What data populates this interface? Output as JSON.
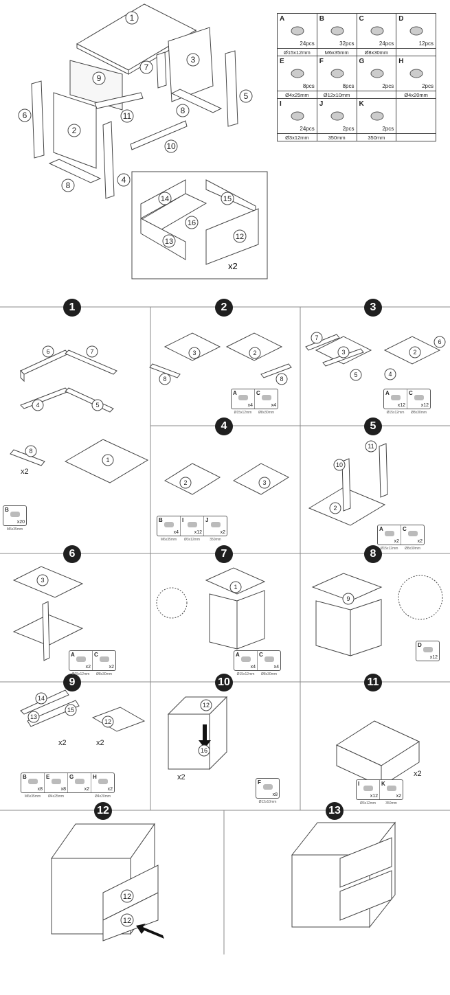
{
  "overview": {
    "labels": [
      "1",
      "2",
      "3",
      "4",
      "5",
      "6",
      "7",
      "8",
      "8",
      "9",
      "10",
      "11"
    ],
    "drawer_labels": [
      "12",
      "13",
      "14",
      "15",
      "16"
    ],
    "drawer_qty": "x2"
  },
  "parts_table": [
    {
      "letter": "A",
      "qty": "24pcs",
      "size": "Ø15x12mm",
      "icon": "cam-lock-icon"
    },
    {
      "letter": "B",
      "qty": "32pcs",
      "size": "M6x35mm",
      "icon": "cam-bolt-icon"
    },
    {
      "letter": "C",
      "qty": "24pcs",
      "size": "Ø8x30mm",
      "icon": "wood-dowel-icon"
    },
    {
      "letter": "D",
      "qty": "12pcs",
      "size": "",
      "icon": "small-nail-icon"
    },
    {
      "letter": "E",
      "qty": "8pcs",
      "size": "Ø4x25mm",
      "icon": "screw-icon"
    },
    {
      "letter": "F",
      "qty": "8pcs",
      "size": "Ø12x10mm",
      "icon": "insert-nut-icon"
    },
    {
      "letter": "G",
      "qty": "2pcs",
      "size": "",
      "icon": "knob-icon"
    },
    {
      "letter": "H",
      "qty": "2pcs",
      "size": "Ø4x20mm",
      "icon": "bolt-icon"
    },
    {
      "letter": "I",
      "qty": "24pcs",
      "size": "Ø3x12mm",
      "icon": "short-screw-icon"
    },
    {
      "letter": "J",
      "qty": "2pcs",
      "size": "350mm",
      "icon": "drawer-slide-icon"
    },
    {
      "letter": "K",
      "qty": "2pcs",
      "size": "350mm",
      "icon": "drawer-slide-icon"
    },
    {
      "letter": "",
      "qty": "",
      "size": "",
      "icon": ""
    }
  ],
  "steps": {
    "s1": {
      "num": "1",
      "labels": [
        "6",
        "7",
        "4",
        "5",
        "8",
        "1"
      ],
      "x2": "x2",
      "hw": [
        {
          "l": "B",
          "q": "x20",
          "s": "M6x35mm"
        }
      ]
    },
    "s2": {
      "num": "2",
      "labels": [
        "3",
        "2",
        "8",
        "8"
      ],
      "hw": [
        {
          "l": "A",
          "q": "x4",
          "s": "Ø15x12mm"
        },
        {
          "l": "C",
          "q": "x4",
          "s": "Ø8x30mm"
        }
      ]
    },
    "s3": {
      "num": "3",
      "labels": [
        "7",
        "3",
        "5",
        "2",
        "4",
        "6"
      ],
      "hw": [
        {
          "l": "A",
          "q": "x12",
          "s": "Ø15x12mm"
        },
        {
          "l": "C",
          "q": "x12",
          "s": "Ø8x30mm"
        }
      ]
    },
    "s4": {
      "num": "4",
      "labels": [
        "2",
        "3"
      ],
      "hw": [
        {
          "l": "B",
          "q": "x4",
          "s": "M6x35mm"
        },
        {
          "l": "I",
          "q": "x12",
          "s": "Ø3x12mm"
        },
        {
          "l": "J",
          "q": "x2",
          "s": "350mm"
        }
      ]
    },
    "s5": {
      "num": "5",
      "labels": [
        "10",
        "11",
        "2"
      ],
      "hw": [
        {
          "l": "A",
          "q": "x2",
          "s": "Ø15x12mm"
        },
        {
          "l": "C",
          "q": "x2",
          "s": "Ø8x30mm"
        }
      ]
    },
    "s6": {
      "num": "6",
      "labels": [
        "3"
      ],
      "hw": [
        {
          "l": "A",
          "q": "x2",
          "s": "Ø15x12mm"
        },
        {
          "l": "C",
          "q": "x2",
          "s": "Ø8x30mm"
        }
      ]
    },
    "s7": {
      "num": "7",
      "labels": [
        "1"
      ],
      "hw": [
        {
          "l": "A",
          "q": "x4",
          "s": "Ø15x12mm"
        },
        {
          "l": "C",
          "q": "x4",
          "s": "Ø8x30mm"
        }
      ]
    },
    "s8": {
      "num": "8",
      "labels": [
        "9"
      ],
      "hw": [
        {
          "l": "D",
          "q": "x12",
          "s": ""
        }
      ]
    },
    "s9": {
      "num": "9",
      "labels": [
        "14",
        "15",
        "13",
        "12"
      ],
      "x2a": "x2",
      "x2b": "x2",
      "hw": [
        {
          "l": "B",
          "q": "x8",
          "s": "M6x35mm"
        },
        {
          "l": "E",
          "q": "x8",
          "s": "Ø4x25mm"
        },
        {
          "l": "G",
          "q": "x2",
          "s": ""
        },
        {
          "l": "H",
          "q": "x2",
          "s": "Ø4x20mm"
        }
      ]
    },
    "s10": {
      "num": "10",
      "labels": [
        "12",
        "16"
      ],
      "x2": "x2",
      "hw": [
        {
          "l": "F",
          "q": "x8",
          "s": "Ø12x10mm"
        }
      ]
    },
    "s11": {
      "num": "11",
      "x2": "x2",
      "hw": [
        {
          "l": "I",
          "q": "x12",
          "s": "Ø3x12mm"
        },
        {
          "l": "K",
          "q": "x2",
          "s": "350mm"
        }
      ]
    },
    "s12": {
      "num": "12",
      "labels": [
        "12",
        "12"
      ]
    },
    "s13": {
      "num": "13"
    }
  }
}
